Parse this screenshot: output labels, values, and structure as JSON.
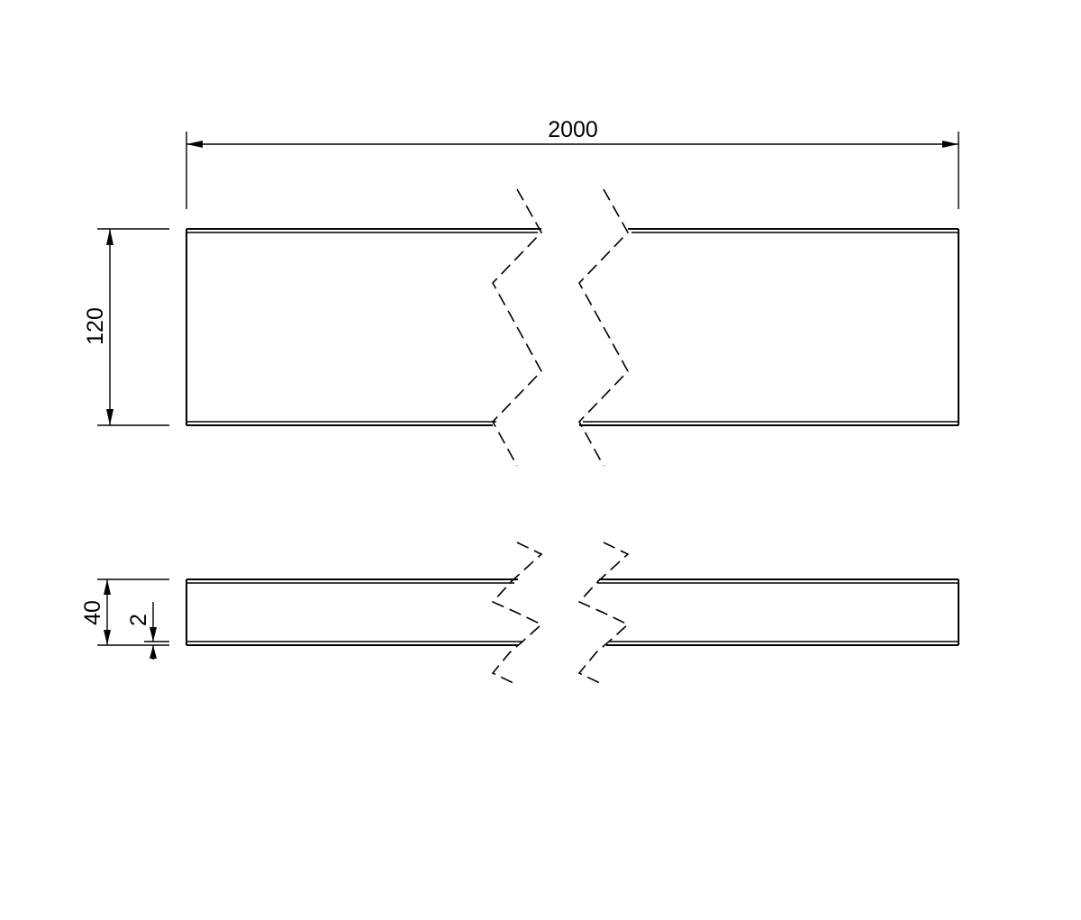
{
  "drawing": {
    "dimensions": {
      "length": "2000",
      "width": "120",
      "height": "40",
      "thickness": "2"
    }
  }
}
